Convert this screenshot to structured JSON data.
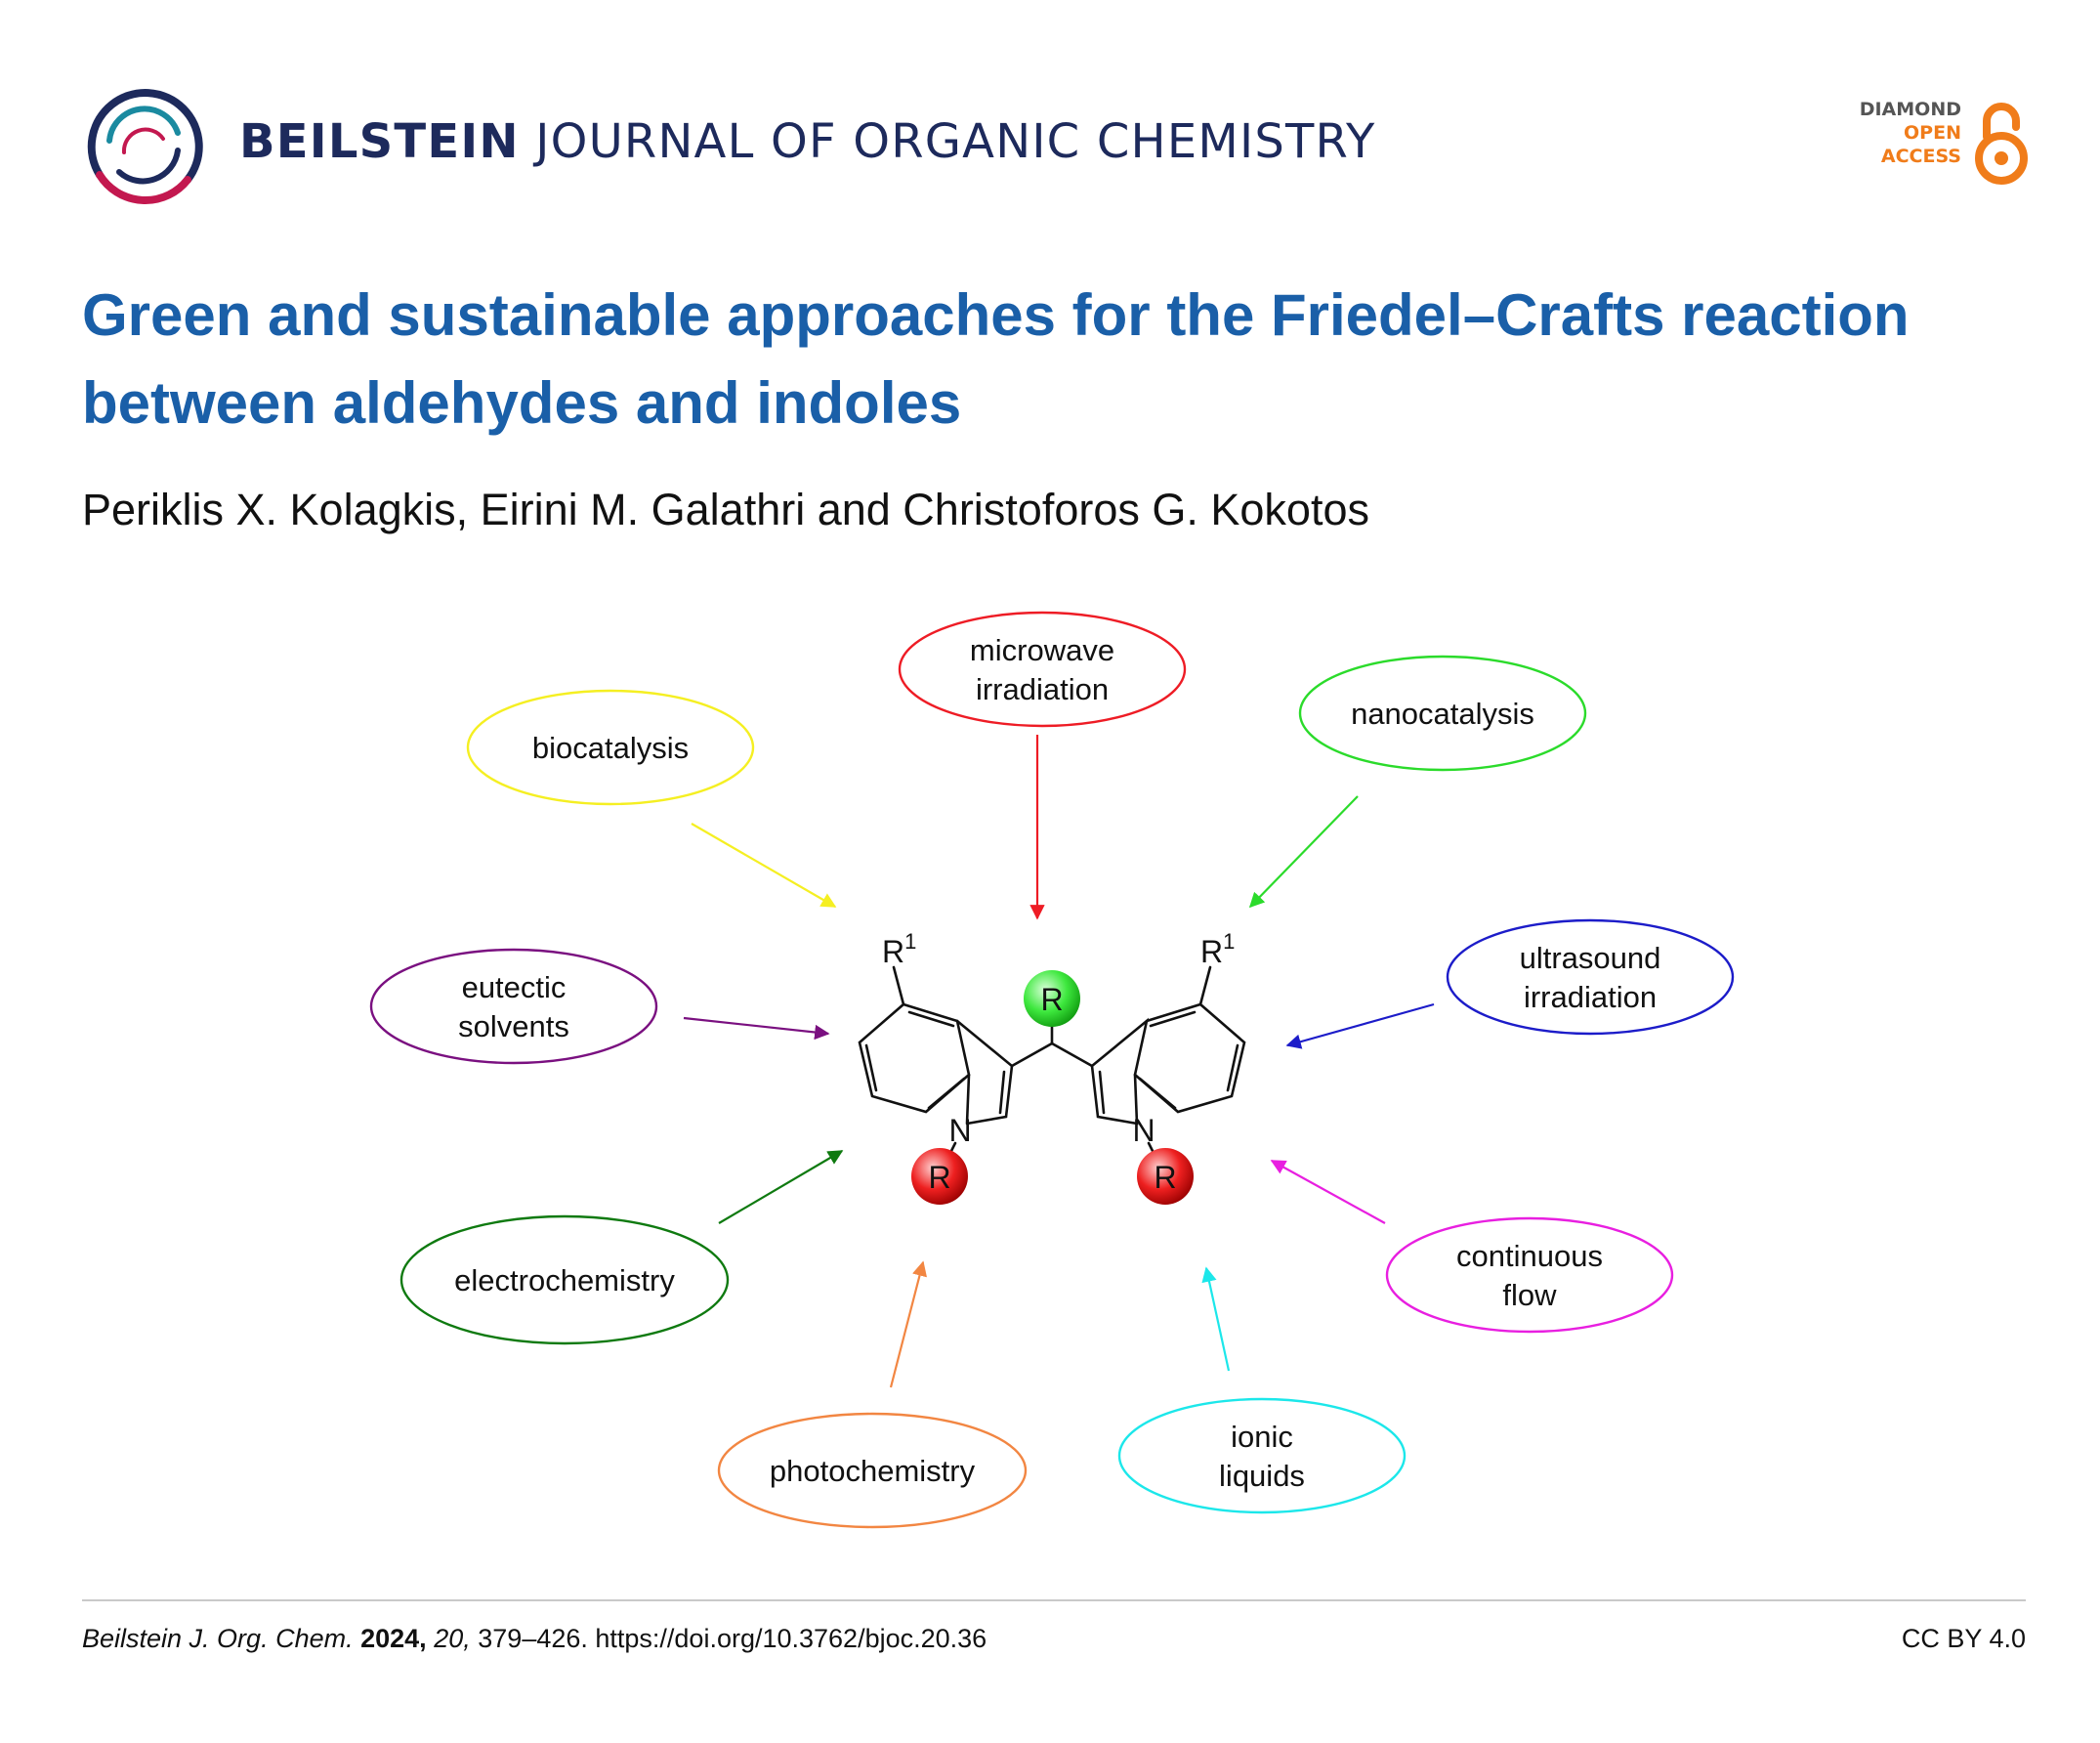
{
  "journal": {
    "name_bold": "BEILSTEIN",
    "name_rest": "JOURNAL OF ORGANIC CHEMISTRY"
  },
  "access_badge": {
    "line1": "DIAMOND",
    "line2": "OPEN",
    "line3": "ACCESS"
  },
  "title": "Green and sustainable approaches for the Friedel–Crafts reaction between aldehydes and indoles",
  "authors": "Periklis X. Kolagkis, Eirini M. Galathri and Christoforos G. Kokotos",
  "graphic": {
    "approaches": [
      {
        "lines": [
          "microwave",
          "irradiation"
        ],
        "color": "#ee1c25"
      },
      {
        "lines": [
          "nanocatalysis"
        ],
        "color": "#2bdb2b"
      },
      {
        "lines": [
          "ultrasound",
          "irradiation"
        ],
        "color": "#1c1cc9"
      },
      {
        "lines": [
          "continuous",
          "flow"
        ],
        "color": "#e81fe0"
      },
      {
        "lines": [
          "ionic",
          "liquids"
        ],
        "color": "#1ce7ea"
      },
      {
        "lines": [
          "photochemistry"
        ],
        "color": "#f28642"
      },
      {
        "lines": [
          "electrochemistry"
        ],
        "color": "#0f7a10"
      },
      {
        "lines": [
          "eutectic",
          "solvents"
        ],
        "color": "#7a1080"
      },
      {
        "lines": [
          "biocatalysis"
        ],
        "color": "#f5ef22"
      }
    ],
    "molecule": {
      "center_sub": "R",
      "n_sub": "R",
      "r1_label": "R",
      "r1_superscript": "1",
      "nitrogen": "N"
    }
  },
  "footer": {
    "journal_abbrev": "Beilstein J. Org. Chem.",
    "year": "2024,",
    "volume": "20,",
    "pages_doi": "379–426. https://doi.org/10.3762/bjoc.20.36",
    "license": "CC BY 4.0"
  }
}
